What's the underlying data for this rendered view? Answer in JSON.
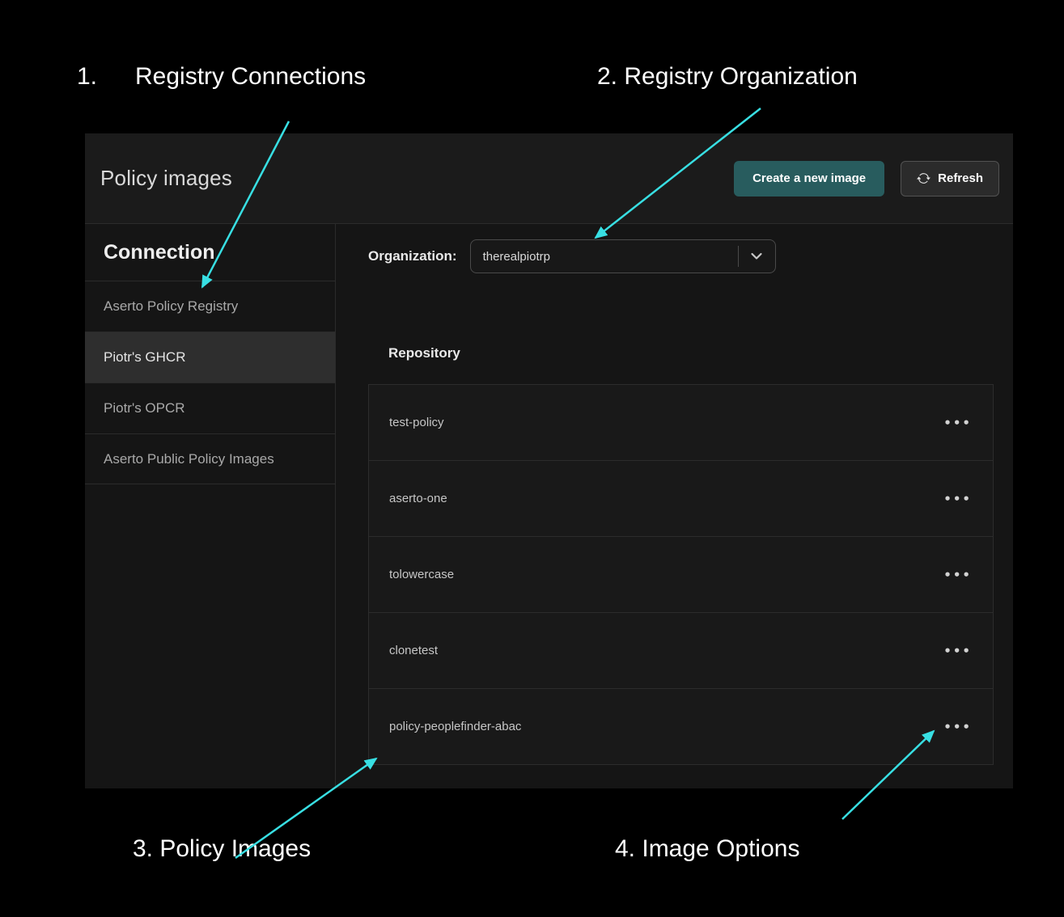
{
  "annotations": {
    "n1": "1.",
    "label1": "Registry Connections",
    "label2": "2. Registry Organization",
    "label3": "3. Policy Images",
    "label4": "4. Image Options"
  },
  "header": {
    "title": "Policy images",
    "create_button": "Create a new image",
    "refresh_button": "Refresh"
  },
  "sidebar": {
    "heading": "Connection",
    "items": [
      {
        "label": "Aserto Policy Registry",
        "selected": false
      },
      {
        "label": "Piotr's GHCR",
        "selected": true
      },
      {
        "label": "Piotr's OPCR",
        "selected": false
      },
      {
        "label": "Aserto Public Policy Images",
        "selected": false
      }
    ]
  },
  "main": {
    "organization_label": "Organization:",
    "organization_value": "therealpiotrp",
    "repository_heading": "Repository",
    "repositories": [
      "test-policy",
      "aserto-one",
      "tolowercase",
      "clonetest",
      "policy-peoplefinder-abac"
    ]
  },
  "icons": {
    "ellipsis_glyph": "•••",
    "refresh": "refresh-icon",
    "chevron": "chevron-down-icon"
  },
  "colors": {
    "arrow_cyan": "#38dfe3",
    "accent_teal": "#285c5e",
    "window_bg": "#151515",
    "header_bg": "#1b1b1b",
    "selected_item_bg": "#2e2e2e",
    "border": "#2b2b2b"
  }
}
